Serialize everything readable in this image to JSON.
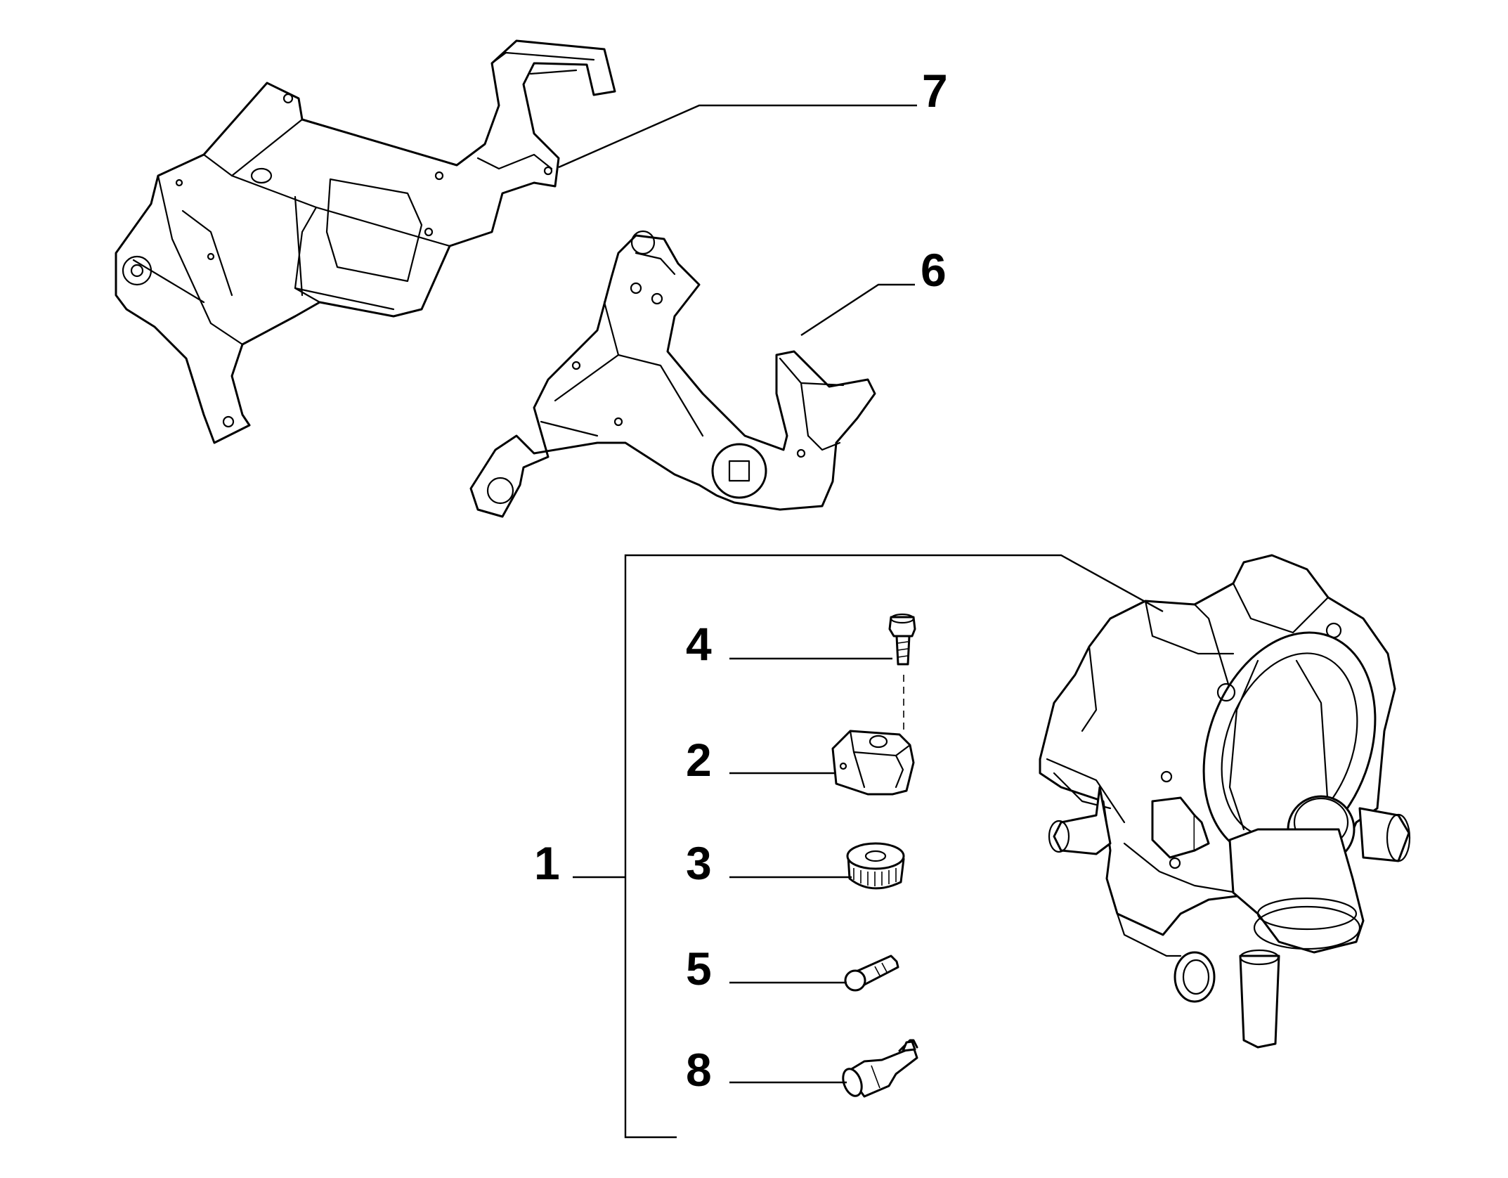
{
  "callouts": {
    "c7": "7",
    "c6": "6",
    "c4": "4",
    "c2": "2",
    "c1": "1",
    "c3": "3",
    "c5": "5",
    "c8": "8"
  }
}
